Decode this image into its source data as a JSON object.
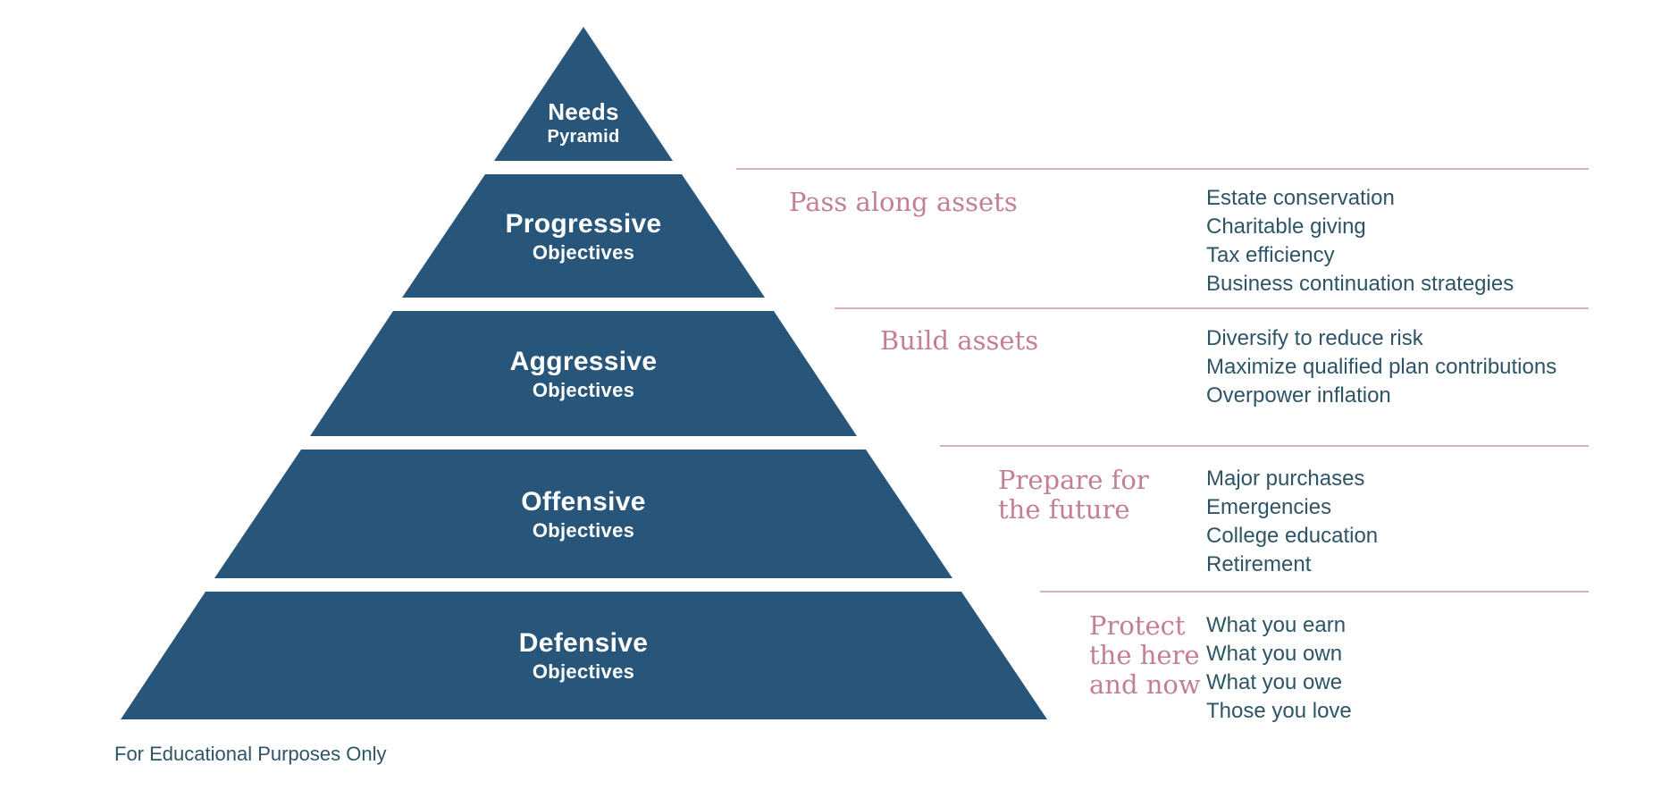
{
  "pyramid": {
    "top": {
      "title": "Needs",
      "subtitle": "Pyramid"
    },
    "tiers": [
      {
        "title": "Progressive",
        "subtitle": "Objectives"
      },
      {
        "title": "Aggressive",
        "subtitle": "Objectives"
      },
      {
        "title": "Offensive",
        "subtitle": "Objectives"
      },
      {
        "title": "Defensive",
        "subtitle": "Objectives"
      }
    ]
  },
  "sections": [
    {
      "heading": "Pass along assets",
      "heading_lines": [
        "Pass along assets"
      ],
      "items": [
        "Estate conservation",
        "Charitable giving",
        "Tax efficiency",
        "Business continuation strategies"
      ]
    },
    {
      "heading": "Build assets",
      "heading_lines": [
        "Build assets"
      ],
      "items": [
        "Diversify to reduce risk",
        "Maximize qualified plan contributions",
        "Overpower inflation"
      ]
    },
    {
      "heading": "Prepare for the future",
      "heading_lines": [
        "Prepare for",
        "the future"
      ],
      "items": [
        "Major purchases",
        "Emergencies",
        "College education",
        "Retirement"
      ]
    },
    {
      "heading": "Protect the here and now",
      "heading_lines": [
        "Protect",
        "the here",
        "and now"
      ],
      "items": [
        "What you earn",
        "What you own",
        "What you owe",
        "Those you love"
      ]
    }
  ],
  "footer": "For Educational Purposes Only",
  "colors": {
    "pyramid_blue": "#27567a",
    "heading_pink": "#c47e98",
    "divider_pink": "#dbb0bf",
    "item_text": "#2d5467"
  }
}
